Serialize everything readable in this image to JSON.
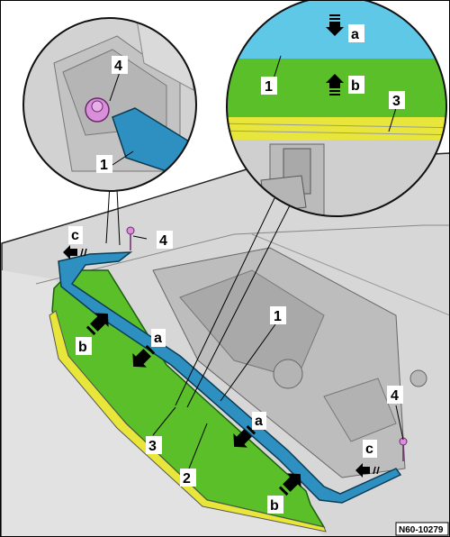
{
  "figure": {
    "reference_number": "N60-10279",
    "callouts": {
      "seal_carrier": "1",
      "sunroof_panel": "2",
      "edge_seal": "3",
      "clip": "4"
    },
    "directions": {
      "remove": "a",
      "install": "b",
      "slide": "c"
    }
  },
  "colors": {
    "seal_blue": "#2e90c0",
    "seal_blue_dark": "#1f6f95",
    "panel_green": "#5bbf2a",
    "panel_green_dark": "#3e9a1a",
    "edge_yellow": "#e8e63a",
    "clip_pink": "#d98fd9",
    "sky_blue": "#5ec8e6",
    "body_gray": "#c8c8c8",
    "outline": "#111111"
  }
}
